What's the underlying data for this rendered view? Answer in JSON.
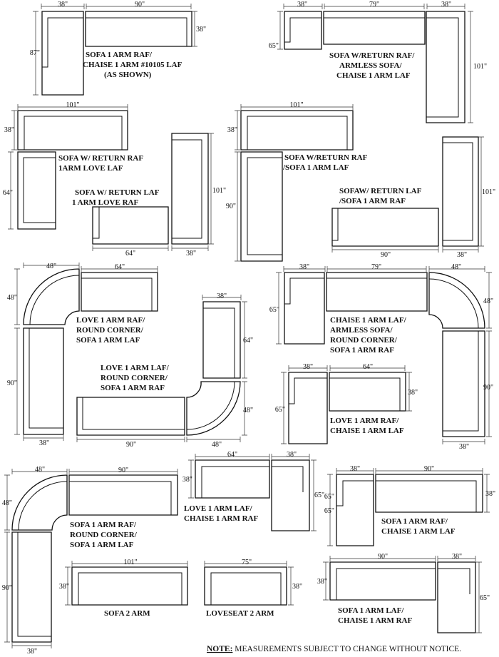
{
  "note": {
    "prefix": "NOTE:",
    "text": " MEASUREMENTS SUBJECT TO CHANGE WITHOUT NOTICE."
  },
  "groups": [
    {
      "id": "g1",
      "label": [
        "SOFA 1 ARM RAF/",
        "CHAISE 1 ARM #10105 LAF",
        "(AS SHOWN)"
      ],
      "dims": [
        "38\"",
        "90\"",
        "38\"",
        "87\""
      ]
    },
    {
      "id": "g2",
      "label": [
        "SOFA W/RETURN RAF/",
        "ARMLESS SOFA/",
        "CHAISE 1 ARM LAF"
      ],
      "dims": [
        "38\"",
        "79\"",
        "38\"",
        "65\"",
        "101\""
      ]
    },
    {
      "id": "g3",
      "label": [
        "SOFA W/ RETURN RAF",
        "1ARM LOVE LAF"
      ],
      "dims": [
        "101\"",
        "38\"",
        "64\""
      ]
    },
    {
      "id": "g4",
      "label": [
        "SOFA  W/ RETURN LAF",
        "1 ARM LOVE RAF"
      ],
      "dims": [
        "101\"",
        "64\"",
        "38\""
      ]
    },
    {
      "id": "g5",
      "label": [
        "SOFA W/RETURN RAF",
        "/SOFA 1 ARM LAF"
      ],
      "dims": [
        "101\"",
        "38\"",
        "90\""
      ]
    },
    {
      "id": "g6",
      "label": [
        "SOFAW/ RETURN LAF",
        "/SOFA 1 ARM RAF"
      ],
      "dims": [
        "101\"",
        "90\"",
        "38\""
      ]
    },
    {
      "id": "g7",
      "label": [
        "LOVE 1 ARM RAF/",
        "ROUND CORNER/",
        "SOFA 1 ARM LAF"
      ],
      "dims": [
        "48\"",
        "64\"",
        "48\"",
        "90\"",
        "38\""
      ]
    },
    {
      "id": "g8",
      "label": [
        "CHAISE 1 ARM LAF/",
        "ARMLESS SOFA/",
        "ROUND CORNER/",
        "SOFA 1 ARM RAF"
      ],
      "dims": [
        "38\"",
        "79\"",
        "48\"",
        "65\"",
        "48\"",
        "90\"",
        "38\""
      ]
    },
    {
      "id": "g9",
      "label": [
        "LOVE 1 ARM LAF/",
        "ROUND CORNER/",
        "SOFA 1 ARM RAF"
      ],
      "dims": [
        "38\"",
        "64\"",
        "48\"",
        "90\"",
        "48\""
      ]
    },
    {
      "id": "g10",
      "label": [
        "LOVE 1 ARM RAF/",
        "CHAISE 1 ARM LAF"
      ],
      "dims": [
        "38\"",
        "64\"",
        "38\"",
        "65\""
      ]
    },
    {
      "id": "g11",
      "label": [
        "SOFA 1 ARM RAF/",
        "ROUND CORNER/",
        "SOFA 1 ARM LAF"
      ],
      "dims": [
        "48\"",
        "90\"",
        "48\"",
        "90\"",
        "38\""
      ]
    },
    {
      "id": "g12",
      "label": [
        "LOVE 1 ARM LAF/",
        "CHAISE 1 ARM RAF"
      ],
      "dims": [
        "64\"",
        "38\"",
        "38\"",
        "65\""
      ]
    },
    {
      "id": "g13",
      "label": [
        "SOFA 1 ARM RAF/",
        "CHAISE 1 ARM LAF"
      ],
      "dims": [
        "38\"",
        "90\"",
        "65\"",
        "65\"",
        "38\""
      ]
    },
    {
      "id": "g14",
      "label": [
        "SOFA 2 ARM"
      ],
      "dims": [
        "101\"",
        "38\""
      ]
    },
    {
      "id": "g15",
      "label": [
        "LOVESEAT 2 ARM"
      ],
      "dims": [
        "75\"",
        "38\""
      ]
    },
    {
      "id": "g16",
      "label": [
        "SOFA 1 ARM LAF/",
        "CHAISE 1 ARM RAF"
      ],
      "dims": [
        "90\"",
        "38\"",
        "38\"",
        "65\""
      ]
    }
  ]
}
